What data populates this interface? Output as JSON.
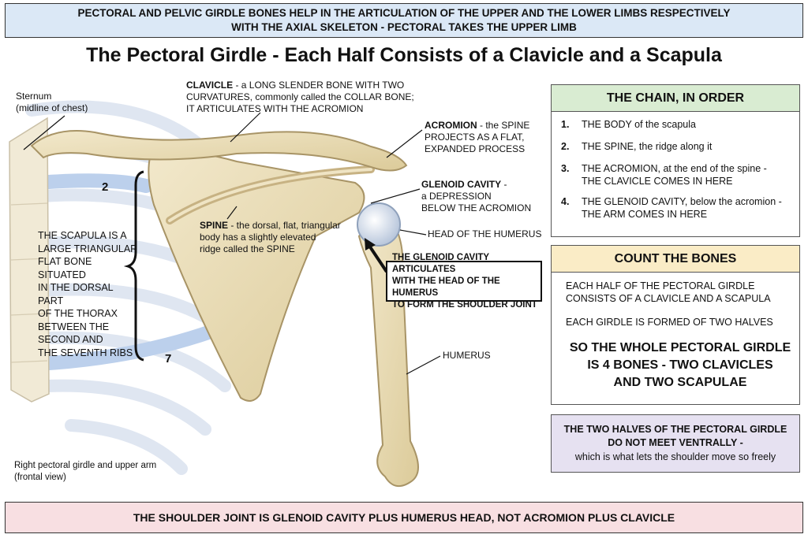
{
  "header": {
    "banner_line1": "PECTORAL AND PELVIC GIRDLE BONES HELP IN THE ARTICULATION OF THE UPPER AND THE LOWER LIMBS RESPECTIVELY",
    "banner_line2": "WITH THE AXIAL SKELETON - PECTORAL TAKES THE UPPER LIMB",
    "title": "The Pectoral Girdle - Each Half Consists of a Clavicle and a Scapula"
  },
  "illustration": {
    "sternum": {
      "line1": "Sternum",
      "line2": "(midline of chest)"
    },
    "clavicle": {
      "name": "CLAVICLE",
      "line1_rest": " - a LONG SLENDER BONE WITH TWO",
      "line2": "CURVATURES, commonly called the COLLAR BONE;",
      "line3": "IT ARTICULATES WITH THE ACROMION"
    },
    "acromion": {
      "name": "ACROMION",
      "line1_rest": " - the SPINE",
      "line2": "PROJECTS AS A FLAT,",
      "line3": "EXPANDED PROCESS"
    },
    "glenoid": {
      "name": "GLENOID CAVITY",
      "line1_rest": " -",
      "line2": "a DEPRESSION",
      "line3": "BELOW THE ACROMION"
    },
    "spine": {
      "name": "SPINE",
      "line1_rest": " - the dorsal, flat, triangular",
      "line2": "body has a slightly elevated",
      "line3": "ridge called the SPINE"
    },
    "humerus_head": "HEAD OF THE HUMERUS",
    "humerus": "HUMERUS",
    "scapula_lines": [
      "THE SCAPULA IS A",
      "LARGE TRIANGULAR",
      "FLAT BONE SITUATED",
      "IN THE DORSAL PART",
      "OF THE THORAX",
      "BETWEEN THE",
      "SECOND AND",
      "THE SEVENTH RIBS"
    ],
    "rib_upper": "2",
    "rib_lower": "7",
    "callout_lines": [
      "THE GLENOID CAVITY ARTICULATES",
      "WITH THE HEAD OF THE HUMERUS",
      "TO FORM THE SHOULDER JOINT"
    ],
    "caption": {
      "line1": "Right pectoral girdle and upper arm",
      "line2": "(frontal view)"
    }
  },
  "chain_panel": {
    "title": "THE CHAIN, IN ORDER",
    "items": [
      {
        "num": "1.",
        "line1": "THE BODY of the scapula",
        "line2": ""
      },
      {
        "num": "2.",
        "line1": "THE SPINE, the ridge along it",
        "line2": ""
      },
      {
        "num": "3.",
        "line1": "THE ACROMION,  at the end of the spine -",
        "line2": "THE CLAVICLE COMES IN HERE"
      },
      {
        "num": "4.",
        "line1": "THE GLENOID CAVITY, below the acromion -",
        "line2": "THE ARM COMES IN HERE"
      }
    ]
  },
  "count_panel": {
    "title": "COUNT THE BONES",
    "p1_line1": "EACH HALF OF THE PECTORAL GIRDLE",
    "p1_line2": "CONSISTS OF A CLAVICLE AND A SCAPULA",
    "p2": "EACH GIRDLE IS FORMED OF TWO HALVES",
    "big_line1": "SO THE WHOLE PECTORAL GIRDLE",
    "big_line2": "IS 4 BONES - TWO CLAVICLES",
    "big_line3": "AND TWO SCAPULAE"
  },
  "halves_panel": {
    "line1": "THE TWO HALVES OF THE PECTORAL GIRDLE",
    "line2": "DO NOT MEET VENTRALLY -",
    "line3": "which is what lets the shoulder move so freely"
  },
  "footer": {
    "banner": "THE SHOULDER JOINT IS GLENOID CAVITY PLUS HUMERUS HEAD, NOT ACROMION PLUS CLAVICLE"
  },
  "colors": {
    "top_banner": "#dbe8f6",
    "chain_header": "#d9ecd2",
    "count_header": "#faecc6",
    "halves_panel": "#e6e1f1",
    "bottom_banner": "#f8dfe2",
    "bone": "#eadcb5",
    "rib_highlight": "#bcd0ec"
  }
}
